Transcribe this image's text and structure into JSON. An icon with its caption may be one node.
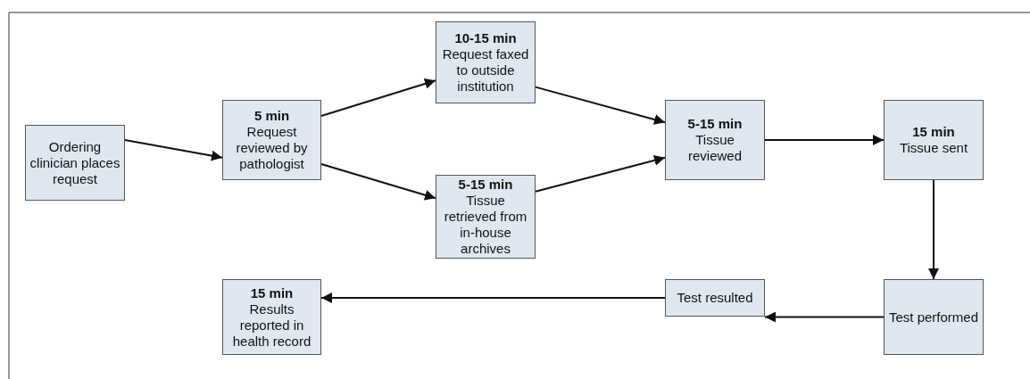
{
  "diagram": {
    "nodes": [
      {
        "text": [
          "Ordering clinician places request"
        ]
      },
      {
        "text": [
          "5 min",
          "Request reviewed by pathologist"
        ]
      },
      {
        "text": [
          "10-15 min",
          "Request faxed to outside institution"
        ]
      },
      {
        "text": [
          "5-15 min",
          "Tissue retrieved from in-house archives"
        ]
      },
      {
        "text": [
          "5-15 min",
          "Tissue reviewed"
        ]
      },
      {
        "text": [
          "15 min",
          "Tissue sent"
        ]
      },
      {
        "text": [
          "Test performed"
        ]
      },
      {
        "text": [
          "Test resulted"
        ]
      },
      {
        "text": [
          "15 min",
          "Results reported in health record"
        ]
      }
    ],
    "edges": [
      {
        "from": 0,
        "to": 1,
        "arrow": "to"
      },
      {
        "from": 1,
        "to": 2,
        "arrow": "to"
      },
      {
        "from": 1,
        "to": 3,
        "arrow": "to"
      },
      {
        "from": 2,
        "to": 4,
        "arrow": "to"
      },
      {
        "from": 3,
        "to": 4,
        "arrow": "to"
      },
      {
        "from": 4,
        "to": 5,
        "arrow": "to"
      },
      {
        "from": 5,
        "to": 6,
        "arrow": "to"
      },
      {
        "from": 6,
        "to": 7,
        "arrow": "to"
      },
      {
        "from": 7,
        "to": 8,
        "arrow": "to"
      }
    ]
  }
}
